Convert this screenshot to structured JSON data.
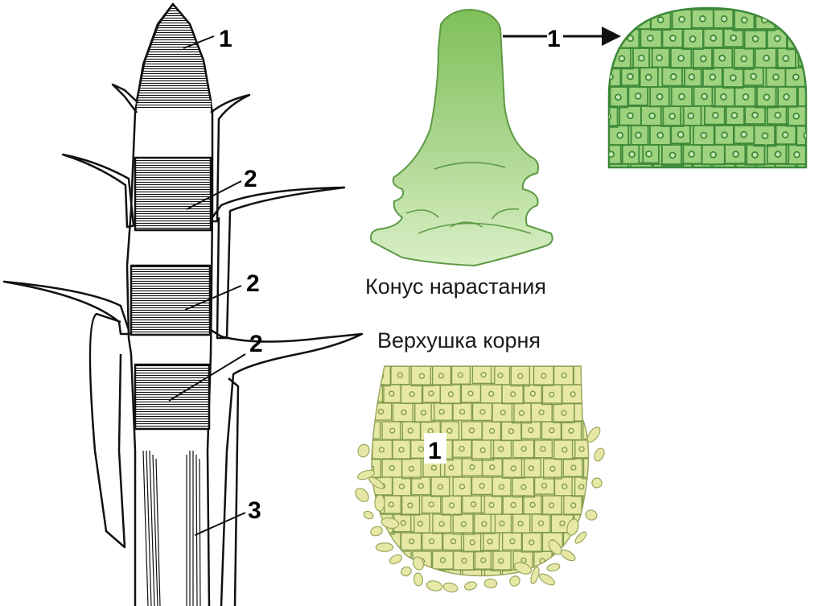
{
  "stem_diagram": {
    "labels": [
      "1",
      "2",
      "2",
      "2",
      "3"
    ]
  },
  "growth_cone": {
    "callout": "1",
    "caption": "Конус нарастания"
  },
  "root_tip": {
    "callout": "1",
    "caption": "Верхушка корня"
  },
  "colors": {
    "growth_cone_fill": "#a9d58c",
    "growth_cone_outline": "#5d9a45",
    "cell_fill": "#9fd27e",
    "cell_wall": "#3d8a3a",
    "root_fill": "#e8e8a6",
    "root_wall": "#7f9a4a",
    "ink": "#111111"
  }
}
